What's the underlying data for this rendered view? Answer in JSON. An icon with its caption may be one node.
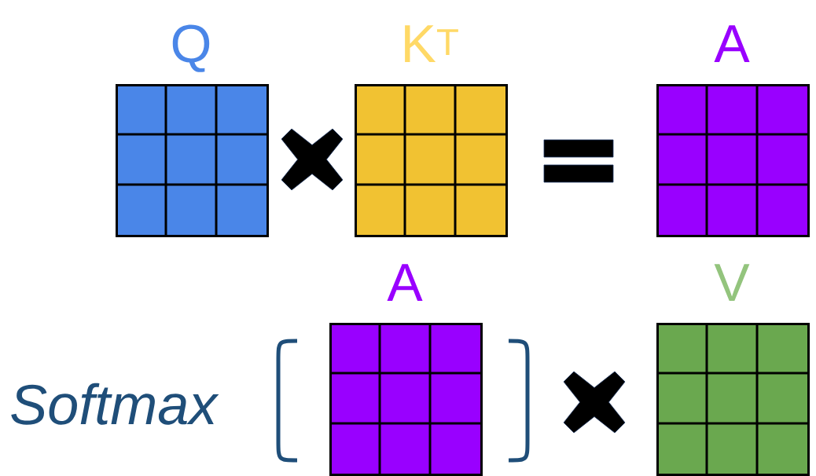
{
  "diagram": {
    "nodes": [
      {
        "text": [
          "Q"
        ]
      },
      {
        "text": [],
        "shape": "cross"
      },
      {
        "text": [
          "K$^{T}$"
        ]
      },
      {
        "text": [],
        "shape": "equals"
      },
      {
        "text": [
          "A"
        ]
      },
      {
        "text": [
          "A"
        ]
      },
      {
        "text": [],
        "shape": "cross"
      },
      {
        "text": [
          "V"
        ]
      }
    ],
    "labels": [
      "Softmax"
    ]
  }
}
